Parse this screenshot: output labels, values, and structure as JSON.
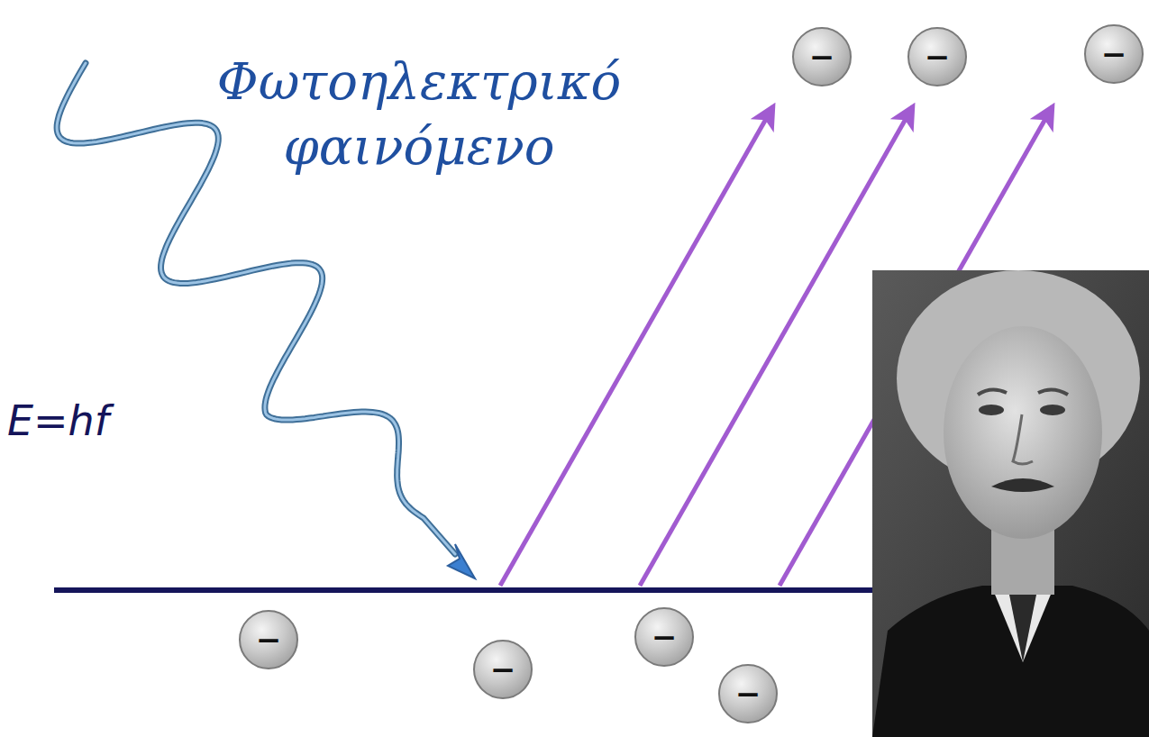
{
  "diagram": {
    "title": "Φωτοηλεκτρικό φαινόμενο",
    "nodes": [
      {
        "text": [
          "−"
        ]
      },
      {
        "text": [
          "−"
        ]
      },
      {
        "text": [
          "−"
        ]
      },
      {
        "text": [
          "−"
        ]
      },
      {
        "text": [
          "−"
        ]
      },
      {
        "text": [
          "−"
        ]
      },
      {
        "text": [
          "−"
        ]
      }
    ],
    "labels": [
      "E=hf"
    ]
  }
}
